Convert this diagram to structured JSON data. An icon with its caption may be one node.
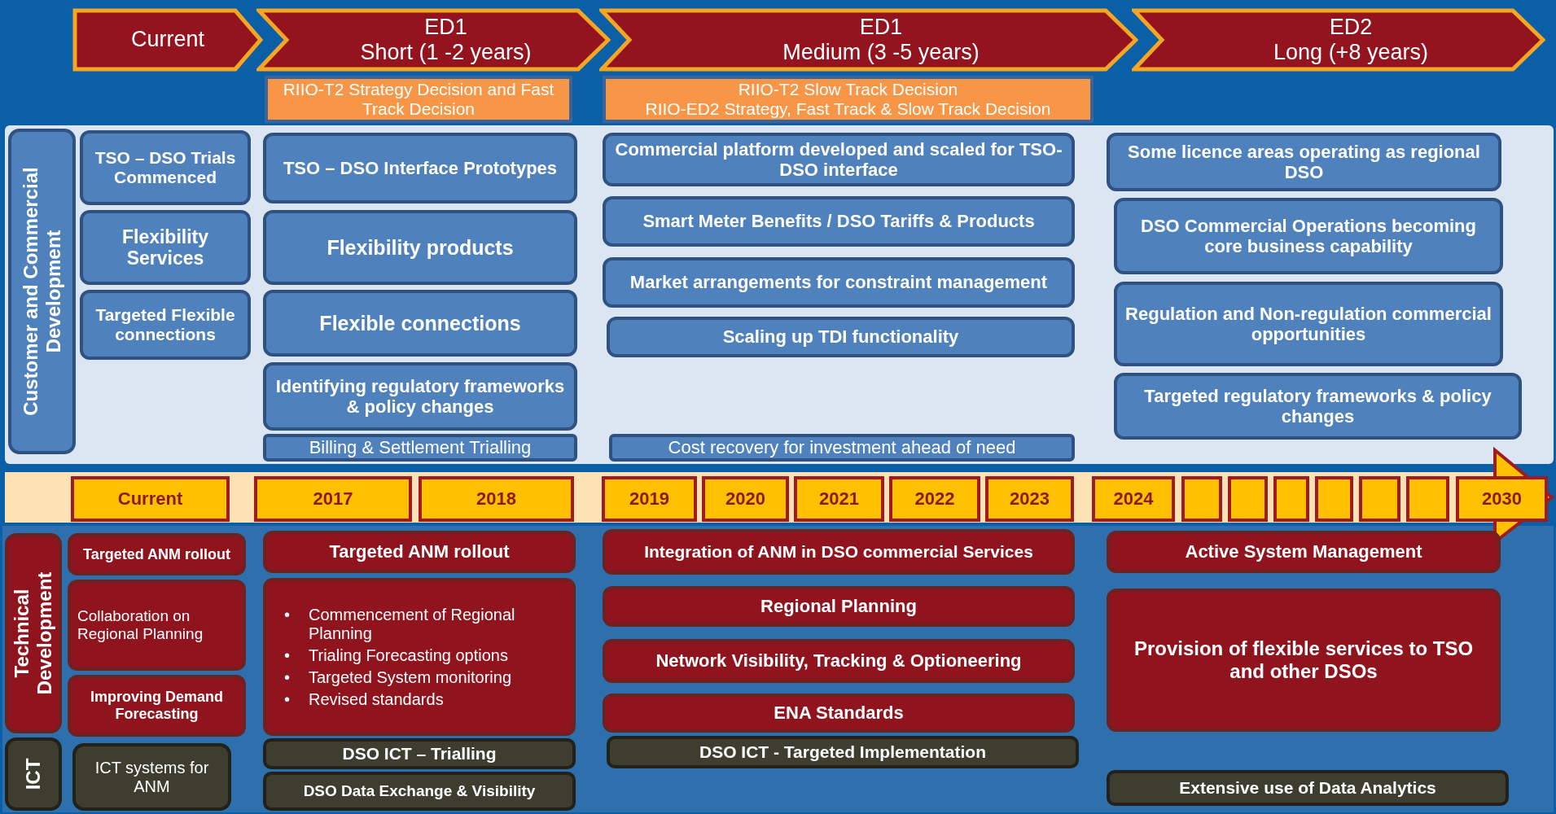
{
  "diagram": {
    "nodes": [
      {
        "text": [
          "Current"
        ]
      },
      {
        "text": [
          "ED1",
          "Short (1 -2 years)"
        ]
      },
      {
        "text": [
          "ED1",
          "Medium (3 -5 years)"
        ]
      },
      {
        "text": [
          "ED2",
          "Long (+8  years)"
        ]
      },
      {
        "text": [
          "RIIO-T2 Strategy Decision and Fast Track Decision"
        ]
      },
      {
        "text": [
          "RIIO-T2 Slow Track Decision",
          "RIIO-ED2 Strategy, Fast Track & Slow Track Decision"
        ]
      },
      {
        "text": [
          "Customer and Commercial Development"
        ]
      },
      {
        "text": [
          "TSO – DSO Trials Commenced"
        ]
      },
      {
        "text": [
          "Flexibility Services"
        ]
      },
      {
        "text": [
          "Targeted Flexible connections"
        ]
      },
      {
        "text": [
          "TSO – DSO Interface Prototypes"
        ]
      },
      {
        "text": [
          "Flexibility products"
        ]
      },
      {
        "text": [
          "Flexible connections"
        ]
      },
      {
        "text": [
          "Identifying regulatory frameworks & policy changes"
        ]
      },
      {
        "text": [
          "Billing & Settlement Trialling"
        ]
      },
      {
        "text": [
          "Commercial platform developed and scaled for TSO-DSO interface"
        ]
      },
      {
        "text": [
          "Smart Meter Benefits / DSO Tariffs & Products"
        ]
      },
      {
        "text": [
          "Market arrangements for constraint management"
        ]
      },
      {
        "text": [
          "Scaling up TDI functionality"
        ]
      },
      {
        "text": [
          "Cost recovery for investment ahead of need"
        ]
      },
      {
        "text": [
          "Some licence areas operating as regional DSO"
        ]
      },
      {
        "text": [
          "DSO Commercial Operations becoming core business capability"
        ]
      },
      {
        "text": [
          "Regulation and Non-regulation commercial opportunities"
        ]
      },
      {
        "text": [
          "Targeted regulatory frameworks & policy changes"
        ]
      },
      {
        "text": [
          "Current"
        ]
      },
      {
        "text": [
          "2017"
        ]
      },
      {
        "text": [
          "2018"
        ]
      },
      {
        "text": [
          "2019"
        ]
      },
      {
        "text": [
          "2020"
        ]
      },
      {
        "text": [
          "2021"
        ]
      },
      {
        "text": [
          "2022"
        ]
      },
      {
        "text": [
          "2023"
        ]
      },
      {
        "text": [
          "2024"
        ]
      },
      {
        "text": [],
        "shape": "box"
      },
      {
        "text": [],
        "shape": "box"
      },
      {
        "text": [],
        "shape": "box"
      },
      {
        "text": [],
        "shape": "box"
      },
      {
        "text": [],
        "shape": "box"
      },
      {
        "text": [],
        "shape": "box"
      },
      {
        "text": [
          "2030"
        ]
      },
      {
        "text": [
          "Technical Development"
        ]
      },
      {
        "text": [
          "Targeted ANM rollout"
        ]
      },
      {
        "text": [
          "Collaboration on Regional Planning"
        ]
      },
      {
        "text": [
          "Improving Demand Forecasting"
        ]
      },
      {
        "text": [
          "Targeted ANM rollout"
        ]
      },
      {
        "text": [
          "•\tCommencement of Regional Planning",
          "•\tTrialing Forecasting options",
          "•\tTargeted System monitoring",
          "•\tRevised standards"
        ]
      },
      {
        "text": [
          "Integration of ANM in DSO commercial Services"
        ]
      },
      {
        "text": [
          "Regional Planning"
        ]
      },
      {
        "text": [
          "Network Visibility, Tracking & Optioneering"
        ]
      },
      {
        "text": [
          "ENA Standards"
        ]
      },
      {
        "text": [
          "Active System Management"
        ]
      },
      {
        "text": [
          "Provision of flexible services to TSO and other DSOs"
        ]
      },
      {
        "text": [
          "ICT"
        ]
      },
      {
        "text": [
          "ICT systems for ANM"
        ]
      },
      {
        "text": [
          "DSO ICT – Trialling"
        ]
      },
      {
        "text": [
          "DSO Data Exchange & Visibility"
        ]
      },
      {
        "text": [
          "DSO ICT - Targeted Implementation"
        ]
      },
      {
        "text": [
          "Extensive use of Data Analytics"
        ]
      }
    ]
  }
}
